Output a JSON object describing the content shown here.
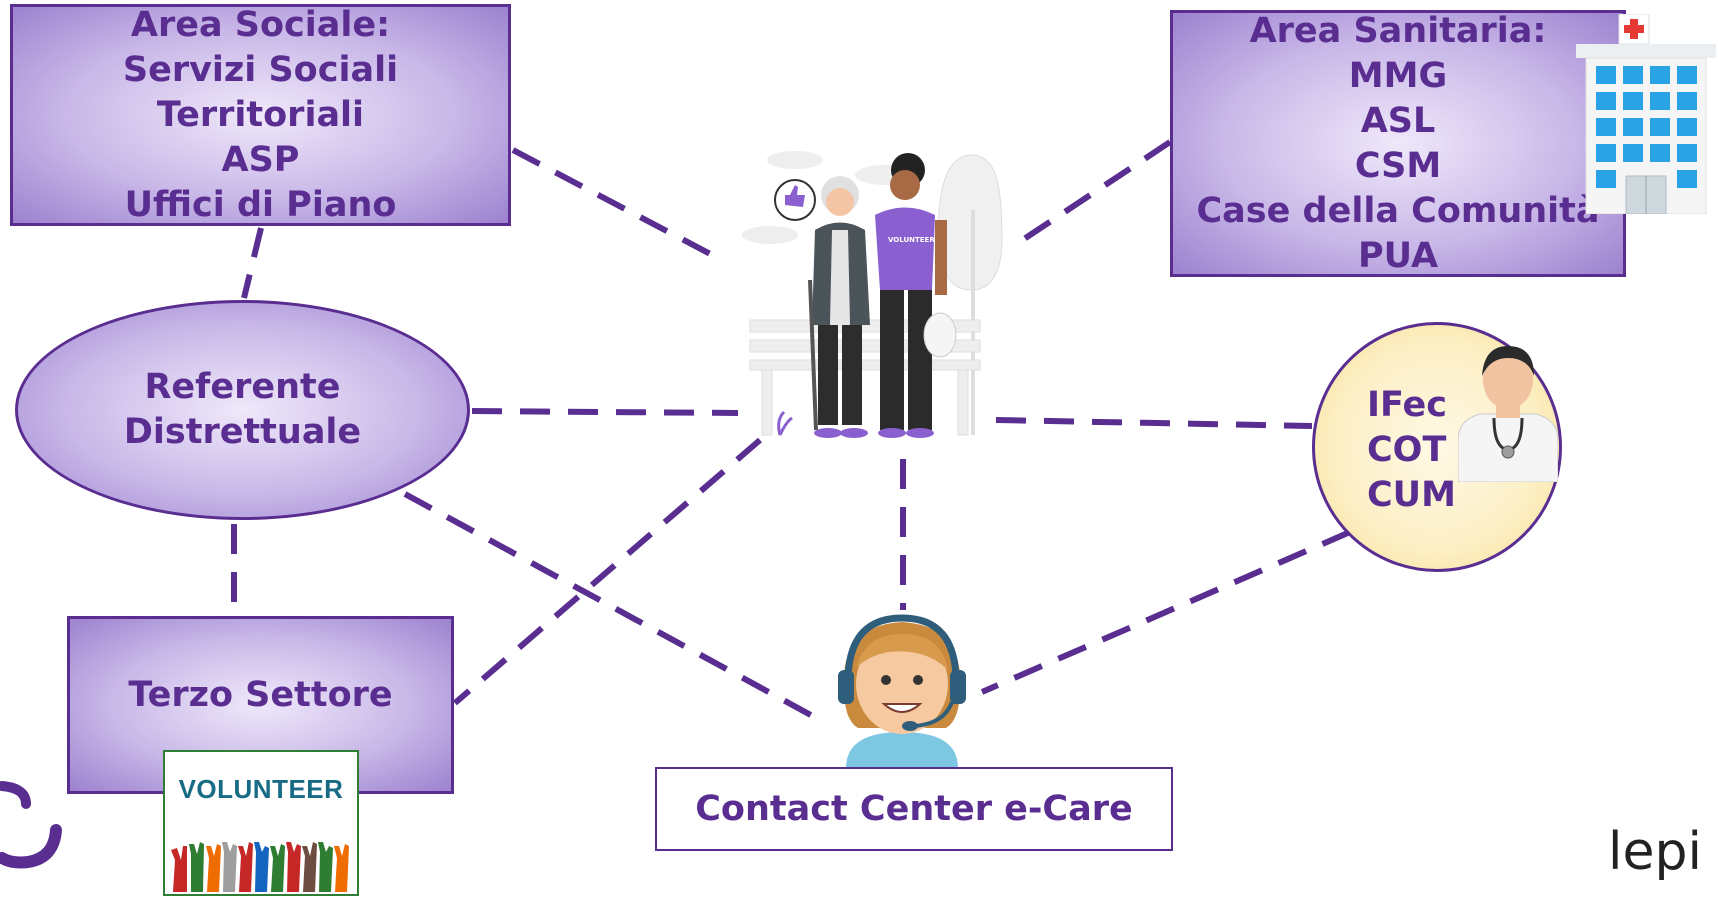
{
  "nodes": {
    "area_sociale": {
      "lines": [
        "Area Sociale:",
        "Servizi Sociali",
        "Territoriali",
        "ASP",
        "Uffici di Piano"
      ]
    },
    "area_sanitaria": {
      "lines": [
        "Area Sanitaria:",
        "MMG",
        "ASL",
        "CSM",
        "Case della Comunità",
        "PUA"
      ]
    },
    "referente": {
      "lines": [
        "Referente",
        "Distrettuale"
      ]
    },
    "terzo_settore": {
      "label": "Terzo Settore",
      "badge_text": "VOLUNTEER"
    },
    "ifec": {
      "lines": [
        "IFec",
        "COT",
        "CUM"
      ]
    },
    "contact_center": {
      "label": "Contact Center e-Care"
    },
    "center_illustration": {
      "shirt_text": "VOLUNTEER"
    }
  },
  "logo": {
    "text": "lepi"
  },
  "colors": {
    "primary": "#5a2d91",
    "connector": "#5a2d91",
    "box_fill": "#c9b8e8",
    "circle_fill": "#fcefc4",
    "volunteer_shirt": "#8a5fcf",
    "hands": [
      "#c62828",
      "#2e7d32",
      "#ef6c00",
      "#6d4c41",
      "#9e9e9e",
      "#1565c0"
    ]
  },
  "icons": [
    "hospital-icon",
    "doctor-avatar-icon",
    "operator-headset-icon",
    "thumbs-up-icon",
    "volunteer-hands-icon",
    "spinner-arc-icon"
  ]
}
